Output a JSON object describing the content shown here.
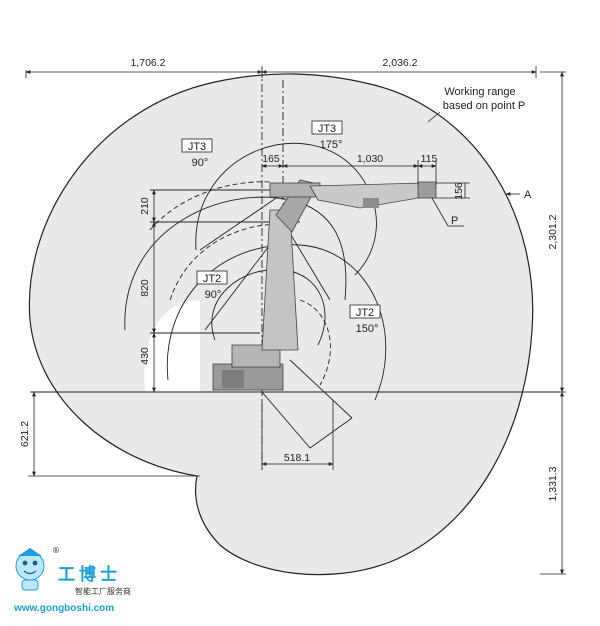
{
  "dimensions": {
    "top_left": "1,706.2",
    "top_right": "2,036.2",
    "right_upper": "2,301.2",
    "right_lower": "1,331.3",
    "left_lower": "621.2",
    "d165": "165",
    "d1030": "1,030",
    "d115": "115",
    "d156": "156",
    "d210": "210",
    "d820": "820",
    "d430": "430",
    "d518": "518.1"
  },
  "joints": {
    "jt3_left_name": "JT3",
    "jt3_left_angle": "90°",
    "jt3_right_name": "JT3",
    "jt3_right_angle": "175°",
    "jt2_left_name": "JT2",
    "jt2_left_angle": "90°",
    "jt2_right_name": "JT2",
    "jt2_right_angle": "150°"
  },
  "annotations": {
    "working_range_line1": "Working range",
    "working_range_line2": "based on point P",
    "point_p": "P",
    "view_a": "A"
  },
  "watermark": {
    "brand": "工博士",
    "subtitle": "智能工厂服务商",
    "url": "www.gongboshi.com",
    "registered": "®"
  },
  "colors": {
    "range_fill": "#e9e9e9",
    "line": "#222222",
    "robot": "#8a8a8a",
    "watermark": "#1aa1d9"
  }
}
